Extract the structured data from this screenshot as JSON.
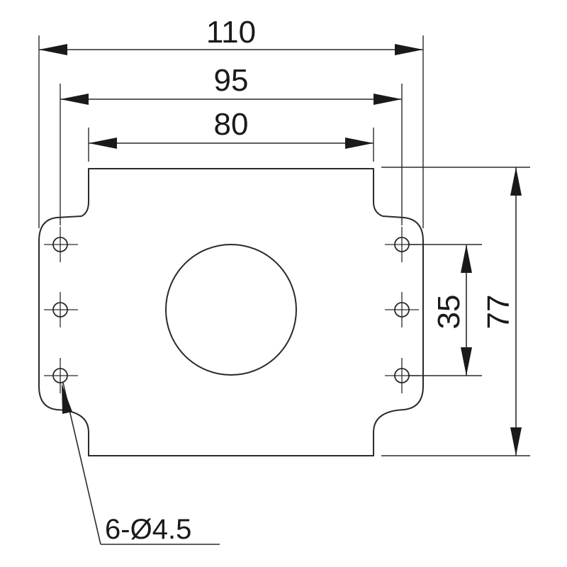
{
  "dimensions": {
    "overall_width": "110",
    "hole_spacing_width": "95",
    "body_width": "80",
    "hole_pitch": "35",
    "body_height": "77"
  },
  "callout": {
    "prefix": "6-",
    "diameter_symbol": "Ø",
    "value": "4.5"
  }
}
